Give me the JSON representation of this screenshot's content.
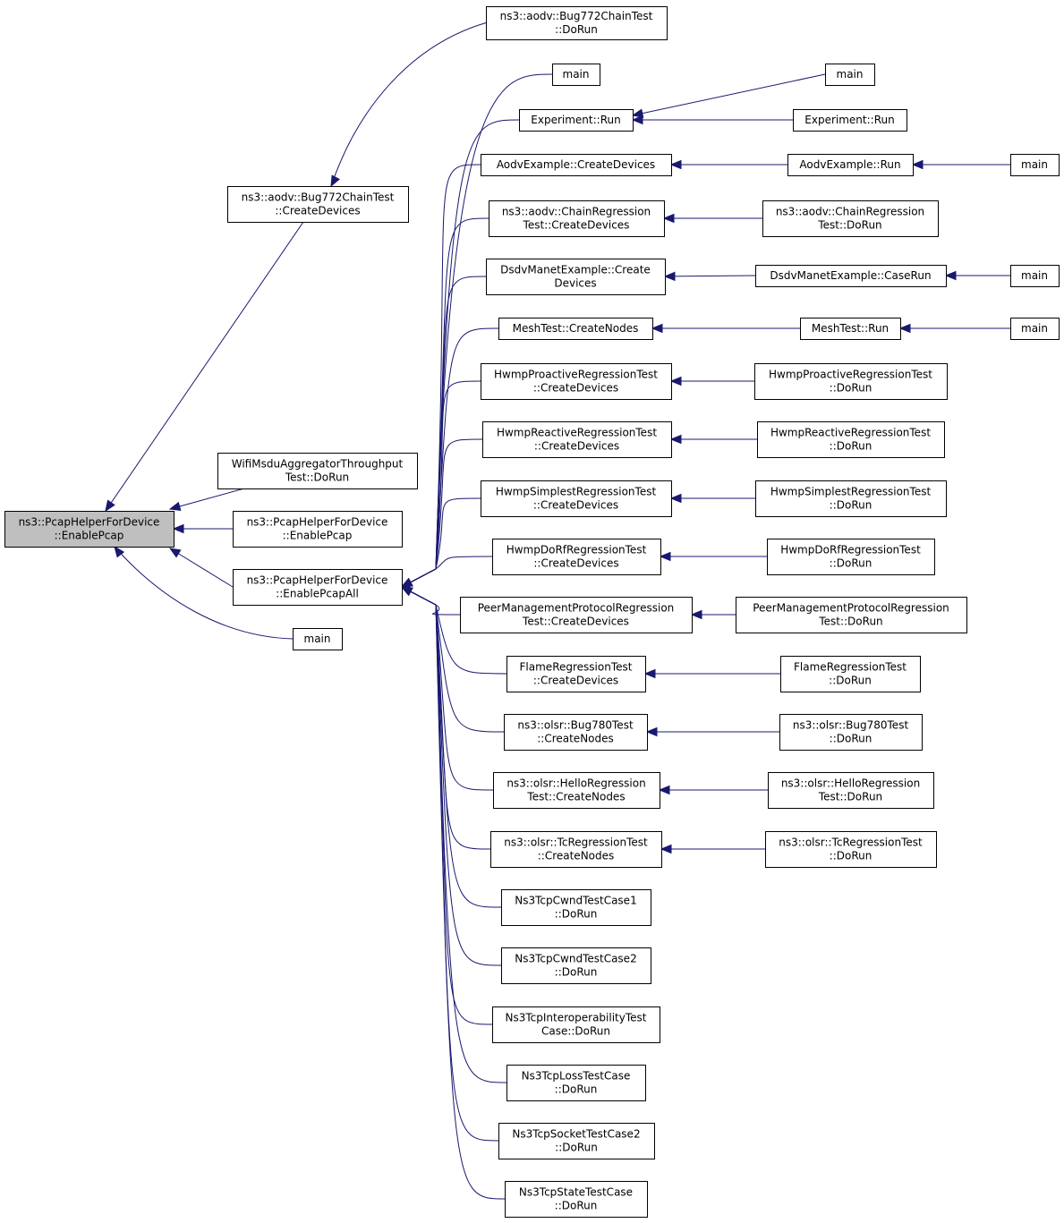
{
  "nodes": [
    {
      "id": "root",
      "lines": [
        "ns3::PcapHelperForDevice",
        "::EnablePcap"
      ],
      "root": true
    },
    {
      "id": "bug772_cd",
      "lines": [
        "ns3::aodv::Bug772ChainTest",
        "::CreateDevices"
      ]
    },
    {
      "id": "bug772_dorun",
      "lines": [
        "ns3::aodv::Bug772ChainTest",
        "::DoRun"
      ]
    },
    {
      "id": "wifimsdu",
      "lines": [
        "WifiMsduAggregatorThroughput",
        "Test::DoRun"
      ]
    },
    {
      "id": "enablepcap2",
      "lines": [
        "ns3::PcapHelperForDevice",
        "::EnablePcap"
      ]
    },
    {
      "id": "enablepcapall",
      "lines": [
        "ns3::PcapHelperForDevice",
        "::EnablePcapAll"
      ]
    },
    {
      "id": "main_l",
      "lines": [
        "main"
      ]
    },
    {
      "id": "main_top",
      "lines": [
        "main"
      ]
    },
    {
      "id": "exp_run",
      "lines": [
        "Experiment::Run"
      ]
    },
    {
      "id": "main_exp",
      "lines": [
        "main"
      ]
    },
    {
      "id": "exp_run2",
      "lines": [
        "Experiment::Run"
      ]
    },
    {
      "id": "aodv_cd",
      "lines": [
        "AodvExample::CreateDevices"
      ]
    },
    {
      "id": "aodv_run",
      "lines": [
        "AodvExample::Run"
      ]
    },
    {
      "id": "main_aodv",
      "lines": [
        "main"
      ]
    },
    {
      "id": "chain_cd",
      "lines": [
        "ns3::aodv::ChainRegression",
        "Test::CreateDevices"
      ]
    },
    {
      "id": "chain_dorun",
      "lines": [
        "ns3::aodv::ChainRegression",
        "Test::DoRun"
      ]
    },
    {
      "id": "dsdv_cd",
      "lines": [
        "DsdvManetExample::Create",
        "Devices"
      ]
    },
    {
      "id": "dsdv_caserun",
      "lines": [
        "DsdvManetExample::CaseRun"
      ]
    },
    {
      "id": "main_dsdv",
      "lines": [
        "main"
      ]
    },
    {
      "id": "mesh_cn",
      "lines": [
        "MeshTest::CreateNodes"
      ]
    },
    {
      "id": "mesh_run",
      "lines": [
        "MeshTest::Run"
      ]
    },
    {
      "id": "main_mesh",
      "lines": [
        "main"
      ]
    },
    {
      "id": "hwmp_pro_cd",
      "lines": [
        "HwmpProactiveRegressionTest",
        "::CreateDevices"
      ]
    },
    {
      "id": "hwmp_pro_dorun",
      "lines": [
        "HwmpProactiveRegressionTest",
        "::DoRun"
      ]
    },
    {
      "id": "hwmp_rea_cd",
      "lines": [
        "HwmpReactiveRegressionTest",
        "::CreateDevices"
      ]
    },
    {
      "id": "hwmp_rea_dorun",
      "lines": [
        "HwmpReactiveRegressionTest",
        "::DoRun"
      ]
    },
    {
      "id": "hwmp_sim_cd",
      "lines": [
        "HwmpSimplestRegressionTest",
        "::CreateDevices"
      ]
    },
    {
      "id": "hwmp_sim_dorun",
      "lines": [
        "HwmpSimplestRegressionTest",
        "::DoRun"
      ]
    },
    {
      "id": "hwmp_dorf_cd",
      "lines": [
        "HwmpDoRfRegressionTest",
        "::CreateDevices"
      ]
    },
    {
      "id": "hwmp_dorf_dorun",
      "lines": [
        "HwmpDoRfRegressionTest",
        "::DoRun"
      ]
    },
    {
      "id": "peer_cd",
      "lines": [
        "PeerManagementProtocolRegression",
        "Test::CreateDevices"
      ]
    },
    {
      "id": "peer_dorun",
      "lines": [
        "PeerManagementProtocolRegression",
        "Test::DoRun"
      ]
    },
    {
      "id": "flame_cd",
      "lines": [
        "FlameRegressionTest",
        "::CreateDevices"
      ]
    },
    {
      "id": "flame_dorun",
      "lines": [
        "FlameRegressionTest",
        "::DoRun"
      ]
    },
    {
      "id": "olsr780_cn",
      "lines": [
        "ns3::olsr::Bug780Test",
        "::CreateNodes"
      ]
    },
    {
      "id": "olsr780_dorun",
      "lines": [
        "ns3::olsr::Bug780Test",
        "::DoRun"
      ]
    },
    {
      "id": "olsrhello_cn",
      "lines": [
        "ns3::olsr::HelloRegression",
        "Test::CreateNodes"
      ]
    },
    {
      "id": "olsrhello_dorun",
      "lines": [
        "ns3::olsr::HelloRegression",
        "Test::DoRun"
      ]
    },
    {
      "id": "olsrtc_cn",
      "lines": [
        "ns3::olsr::TcRegressionTest",
        "::CreateNodes"
      ]
    },
    {
      "id": "olsrtc_dorun",
      "lines": [
        "ns3::olsr::TcRegressionTest",
        "::DoRun"
      ]
    },
    {
      "id": "cwnd1",
      "lines": [
        "Ns3TcpCwndTestCase1",
        "::DoRun"
      ]
    },
    {
      "id": "cwnd2",
      "lines": [
        "Ns3TcpCwndTestCase2",
        "::DoRun"
      ]
    },
    {
      "id": "interop",
      "lines": [
        "Ns3TcpInteroperabilityTest",
        "Case::DoRun"
      ]
    },
    {
      "id": "loss",
      "lines": [
        "Ns3TcpLossTestCase",
        "::DoRun"
      ]
    },
    {
      "id": "socket2",
      "lines": [
        "Ns3TcpSocketTestCase2",
        "::DoRun"
      ]
    },
    {
      "id": "state",
      "lines": [
        "Ns3TcpStateTestCase",
        "::DoRun"
      ]
    }
  ],
  "edges": [
    [
      "bug772_cd",
      "root"
    ],
    [
      "wifimsdu",
      "root"
    ],
    [
      "enablepcap2",
      "root"
    ],
    [
      "enablepcapall",
      "root"
    ],
    [
      "main_l",
      "root"
    ],
    [
      "bug772_dorun",
      "bug772_cd"
    ],
    [
      "main_top",
      "enablepcapall"
    ],
    [
      "exp_run",
      "enablepcapall"
    ],
    [
      "aodv_cd",
      "enablepcapall"
    ],
    [
      "chain_cd",
      "enablepcapall"
    ],
    [
      "dsdv_cd",
      "enablepcapall"
    ],
    [
      "mesh_cn",
      "enablepcapall"
    ],
    [
      "hwmp_pro_cd",
      "enablepcapall"
    ],
    [
      "hwmp_rea_cd",
      "enablepcapall"
    ],
    [
      "hwmp_sim_cd",
      "enablepcapall"
    ],
    [
      "hwmp_dorf_cd",
      "enablepcapall"
    ],
    [
      "peer_cd",
      "enablepcapall"
    ],
    [
      "flame_cd",
      "enablepcapall"
    ],
    [
      "olsr780_cn",
      "enablepcapall"
    ],
    [
      "olsrhello_cn",
      "enablepcapall"
    ],
    [
      "olsrtc_cn",
      "enablepcapall"
    ],
    [
      "cwnd1",
      "enablepcapall"
    ],
    [
      "cwnd2",
      "enablepcapall"
    ],
    [
      "interop",
      "enablepcapall"
    ],
    [
      "loss",
      "enablepcapall"
    ],
    [
      "socket2",
      "enablepcapall"
    ],
    [
      "state",
      "enablepcapall"
    ],
    [
      "main_exp",
      "exp_run"
    ],
    [
      "exp_run2",
      "exp_run"
    ],
    [
      "aodv_run",
      "aodv_cd"
    ],
    [
      "main_aodv",
      "aodv_run"
    ],
    [
      "chain_dorun",
      "chain_cd"
    ],
    [
      "dsdv_caserun",
      "dsdv_cd"
    ],
    [
      "main_dsdv",
      "dsdv_caserun"
    ],
    [
      "mesh_run",
      "mesh_cn"
    ],
    [
      "main_mesh",
      "mesh_run"
    ],
    [
      "hwmp_pro_dorun",
      "hwmp_pro_cd"
    ],
    [
      "hwmp_rea_dorun",
      "hwmp_rea_cd"
    ],
    [
      "hwmp_sim_dorun",
      "hwmp_sim_cd"
    ],
    [
      "hwmp_dorf_dorun",
      "hwmp_dorf_cd"
    ],
    [
      "peer_dorun",
      "peer_cd"
    ],
    [
      "flame_dorun",
      "flame_cd"
    ],
    [
      "olsr780_dorun",
      "olsr780_cn"
    ],
    [
      "olsrhello_dorun",
      "olsrhello_cn"
    ],
    [
      "olsrtc_dorun",
      "olsrtc_cn"
    ]
  ],
  "colors": {
    "edge": "#191970",
    "root_fill": "#bfbfbf",
    "node_fill": "#ffffff",
    "border": "#000000"
  }
}
